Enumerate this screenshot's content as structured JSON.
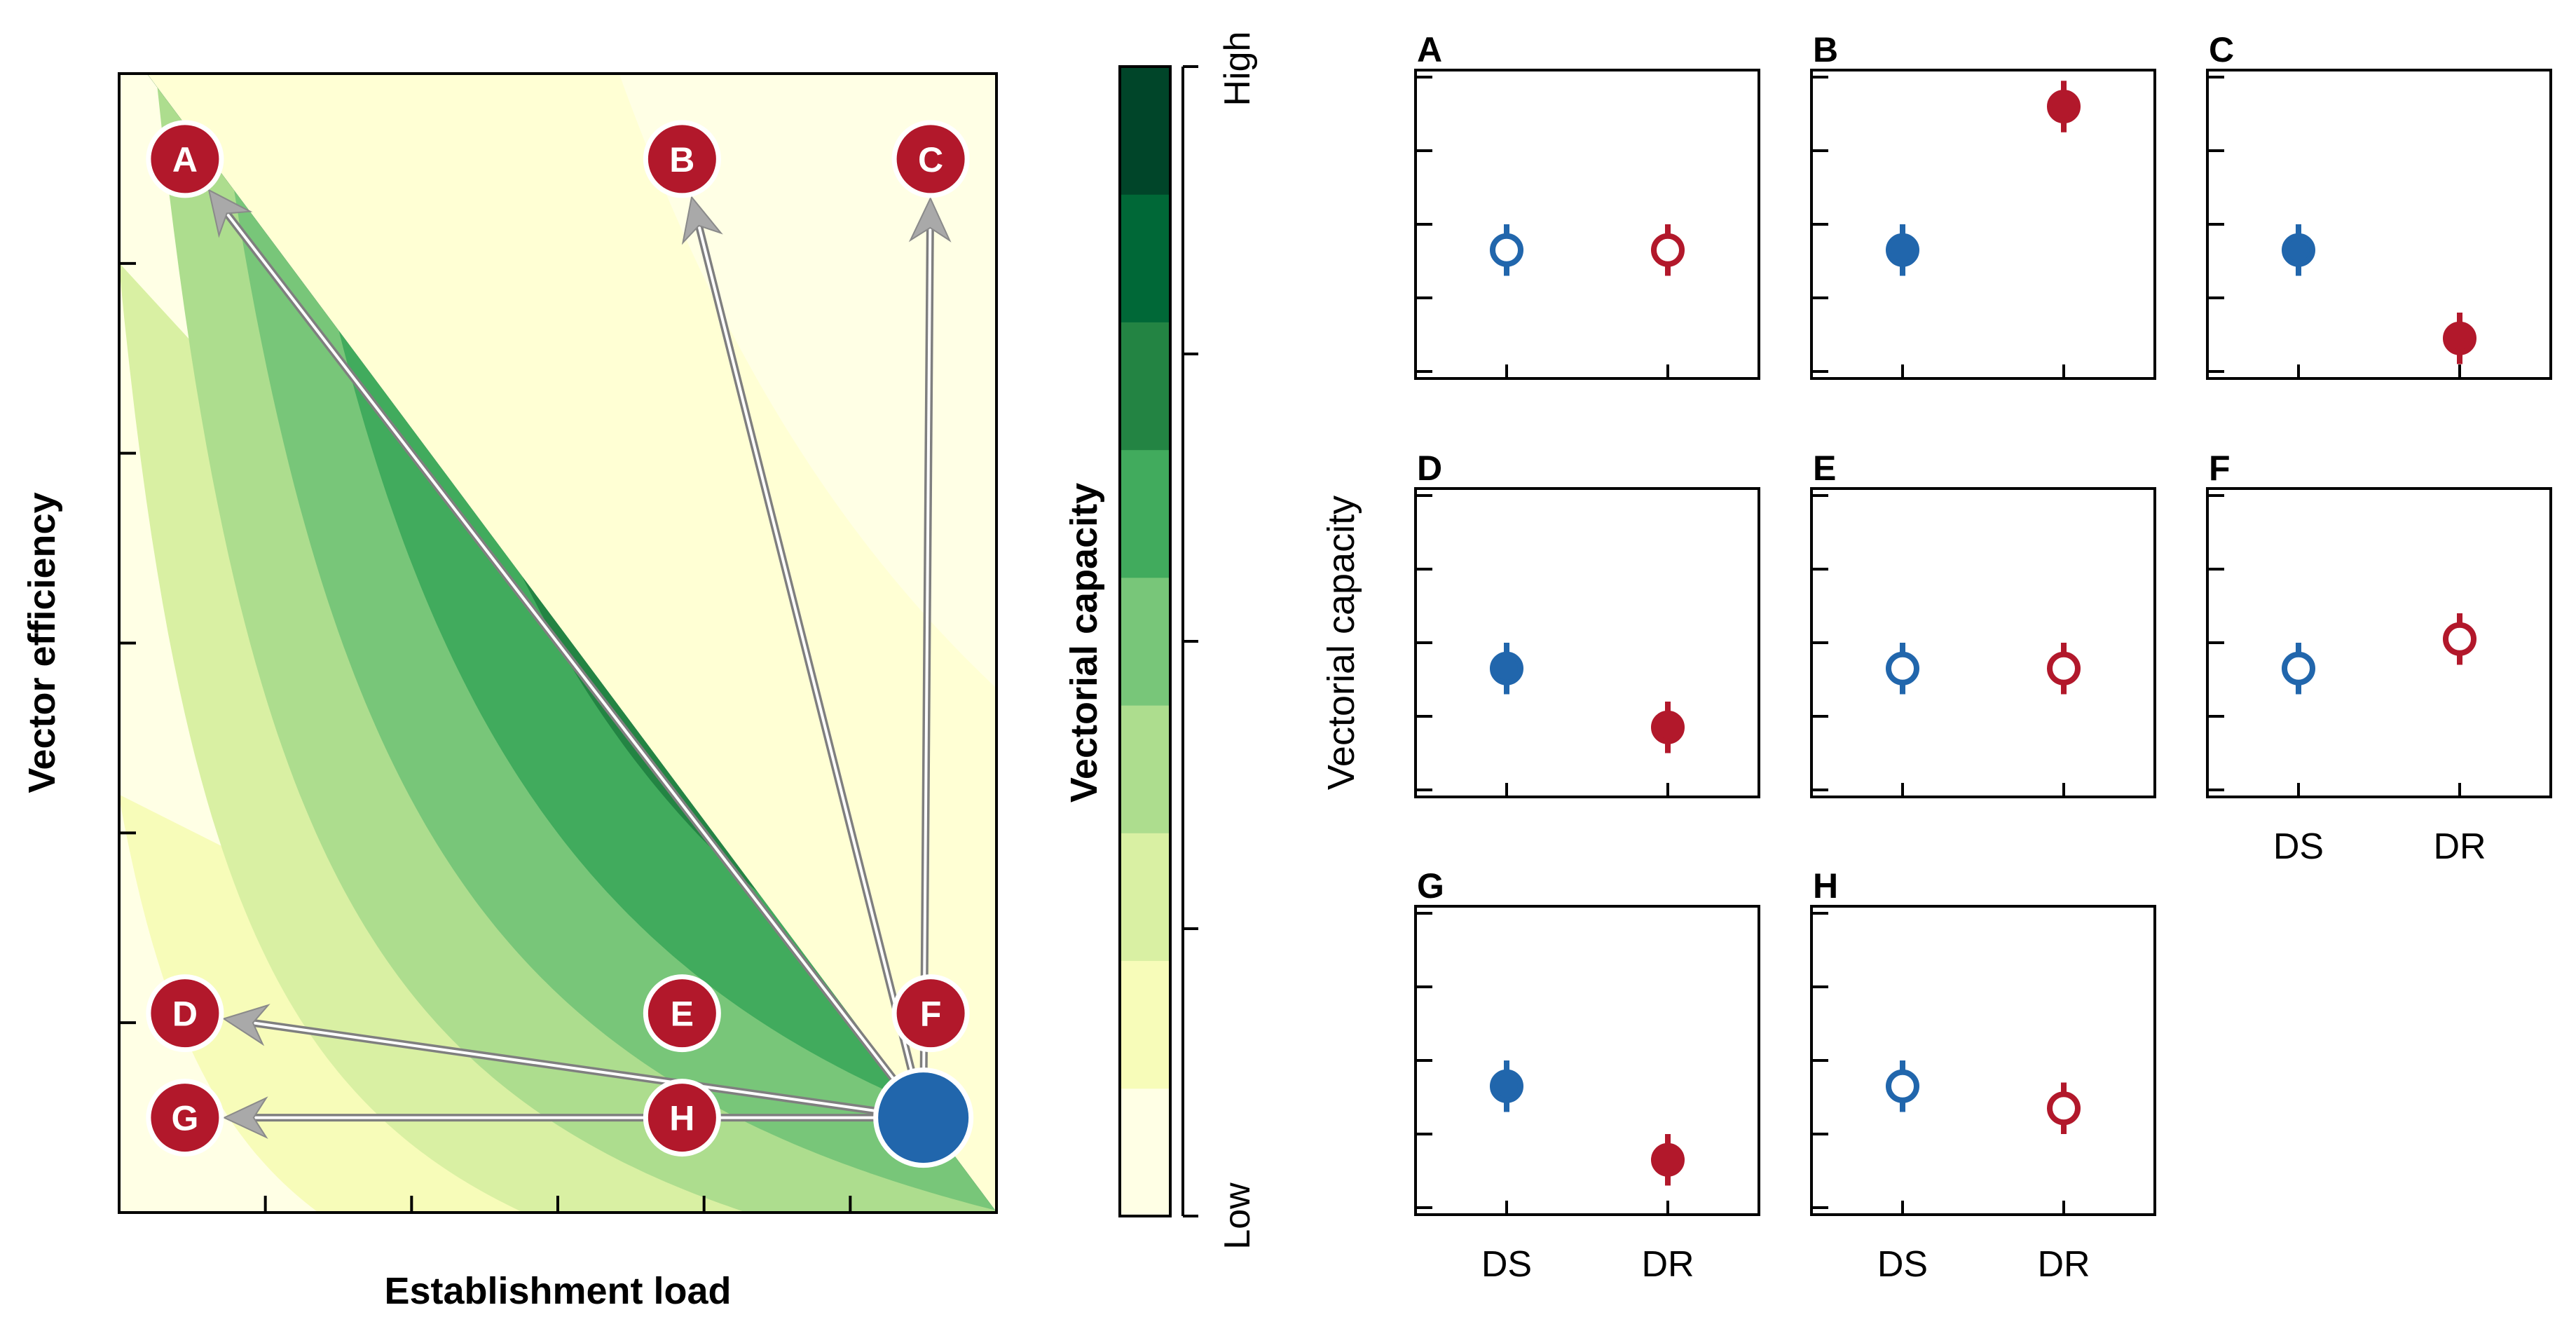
{
  "chart_data": [
    {
      "type": "heatmap",
      "title": "",
      "xlabel": "Establishment load",
      "ylabel": "Vector efficiency",
      "x_ticks": 6,
      "y_ticks": 6,
      "grid": false,
      "start_point": {
        "label": "",
        "x": 5.5,
        "y": 0.5,
        "color": "#2166ac"
      },
      "points": [
        {
          "label": "A",
          "x": 0.45,
          "y": 5.55
        },
        {
          "label": "B",
          "x": 3.85,
          "y": 5.55
        },
        {
          "label": "C",
          "x": 5.55,
          "y": 5.55
        },
        {
          "label": "D",
          "x": 0.45,
          "y": 1.05
        },
        {
          "label": "E",
          "x": 3.85,
          "y": 1.05
        },
        {
          "label": "F",
          "x": 5.55,
          "y": 1.05
        },
        {
          "label": "G",
          "x": 0.45,
          "y": 0.5
        },
        {
          "label": "H",
          "x": 3.85,
          "y": 0.5
        }
      ],
      "arrows": [
        {
          "from": "start",
          "to": "A"
        },
        {
          "from": "start",
          "to": "B"
        },
        {
          "from": "start",
          "to": "C"
        },
        {
          "from": "start",
          "to": "D"
        },
        {
          "from": "start",
          "to": "G"
        }
      ],
      "point_color": "#b2182b",
      "arrow_color": "#a9a9a9"
    },
    {
      "type": "heatmap",
      "ylabel": "Vectorial capacity",
      "labels": {
        "high": "High",
        "low": "Low"
      },
      "levels": 8,
      "colors": [
        "#ffffe5",
        "#f7fcb9",
        "#d9f0a3",
        "#addd8e",
        "#78c679",
        "#41ab5d",
        "#238443",
        "#006837",
        "#004529"
      ]
    },
    {
      "type": "scatter",
      "ylabel": "Vectorial capacity",
      "categories": [
        "DS",
        "DR"
      ],
      "ylim": [
        0,
        4
      ],
      "colors": {
        "DS": "#2166ac",
        "DR": "#b2182b"
      },
      "panels": [
        {
          "label": "A",
          "points": [
            {
              "x": "DS",
              "y": 1.65,
              "err": 0.35,
              "filled": false
            },
            {
              "x": "DR",
              "y": 1.65,
              "err": 0.35,
              "filled": false
            }
          ]
        },
        {
          "label": "B",
          "points": [
            {
              "x": "DS",
              "y": 1.65,
              "err": 0.35,
              "filled": true
            },
            {
              "x": "DR",
              "y": 3.6,
              "err": 0.35,
              "filled": true
            }
          ]
        },
        {
          "label": "C",
          "points": [
            {
              "x": "DS",
              "y": 1.65,
              "err": 0.35,
              "filled": true
            },
            {
              "x": "DR",
              "y": 0.45,
              "err": 0.35,
              "filled": true
            }
          ]
        },
        {
          "label": "D",
          "points": [
            {
              "x": "DS",
              "y": 1.65,
              "err": 0.35,
              "filled": true
            },
            {
              "x": "DR",
              "y": 0.85,
              "err": 0.35,
              "filled": true
            }
          ]
        },
        {
          "label": "E",
          "points": [
            {
              "x": "DS",
              "y": 1.65,
              "err": 0.35,
              "filled": false
            },
            {
              "x": "DR",
              "y": 1.65,
              "err": 0.35,
              "filled": false
            }
          ]
        },
        {
          "label": "F",
          "points": [
            {
              "x": "DS",
              "y": 1.65,
              "err": 0.35,
              "filled": false
            },
            {
              "x": "DR",
              "y": 2.05,
              "err": 0.35,
              "filled": false
            }
          ]
        },
        {
          "label": "G",
          "points": [
            {
              "x": "DS",
              "y": 1.65,
              "err": 0.35,
              "filled": true
            },
            {
              "x": "DR",
              "y": 0.65,
              "err": 0.35,
              "filled": true
            }
          ]
        },
        {
          "label": "H",
          "points": [
            {
              "x": "DS",
              "y": 1.65,
              "err": 0.35,
              "filled": false
            },
            {
              "x": "DR",
              "y": 1.35,
              "err": 0.35,
              "filled": false
            }
          ]
        }
      ]
    }
  ]
}
